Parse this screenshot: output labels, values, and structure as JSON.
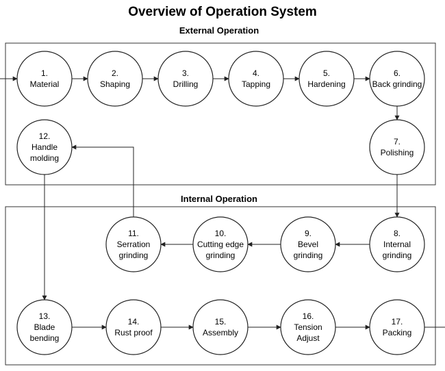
{
  "title": "Overview of Operation System",
  "sections": {
    "external": "External Operation",
    "internal": "Internal Operation"
  },
  "nodes": [
    {
      "id": "n1",
      "number": "1.",
      "lines": [
        "Material"
      ]
    },
    {
      "id": "n2",
      "number": "2.",
      "lines": [
        "Shaping"
      ]
    },
    {
      "id": "n3",
      "number": "3.",
      "lines": [
        "Drilling"
      ]
    },
    {
      "id": "n4",
      "number": "4.",
      "lines": [
        "Tapping"
      ]
    },
    {
      "id": "n5",
      "number": "5.",
      "lines": [
        "Hardening"
      ]
    },
    {
      "id": "n6",
      "number": "6.",
      "lines": [
        "Back grinding"
      ]
    },
    {
      "id": "n7",
      "number": "7.",
      "lines": [
        "Polishing"
      ]
    },
    {
      "id": "n8",
      "number": "8.",
      "lines": [
        "Internal",
        "grinding"
      ]
    },
    {
      "id": "n9",
      "number": "9.",
      "lines": [
        "Bevel",
        "grinding"
      ]
    },
    {
      "id": "n10",
      "number": "10.",
      "lines": [
        "Cutting edge",
        "grinding"
      ]
    },
    {
      "id": "n11",
      "number": "11.",
      "lines": [
        "Serration",
        "grinding"
      ]
    },
    {
      "id": "n12",
      "number": "12.",
      "lines": [
        "Handle",
        "molding"
      ]
    },
    {
      "id": "n13",
      "number": "13.",
      "lines": [
        "Blade",
        "bending"
      ]
    },
    {
      "id": "n14",
      "number": "14.",
      "lines": [
        "Rust proof"
      ]
    },
    {
      "id": "n15",
      "number": "15.",
      "lines": [
        "Assembly"
      ]
    },
    {
      "id": "n16",
      "number": "16.",
      "lines": [
        "Tension",
        "Adjust"
      ]
    },
    {
      "id": "n17",
      "number": "17.",
      "lines": [
        "Packing"
      ]
    }
  ],
  "edges": [
    [
      "start",
      "n1"
    ],
    [
      "n1",
      "n2"
    ],
    [
      "n2",
      "n3"
    ],
    [
      "n3",
      "n4"
    ],
    [
      "n4",
      "n5"
    ],
    [
      "n5",
      "n6"
    ],
    [
      "n6",
      "n7"
    ],
    [
      "n7",
      "n8"
    ],
    [
      "n8",
      "n9"
    ],
    [
      "n9",
      "n10"
    ],
    [
      "n10",
      "n11"
    ],
    [
      "n11",
      "n12"
    ],
    [
      "n12",
      "n13"
    ],
    [
      "n13",
      "n14"
    ],
    [
      "n14",
      "n15"
    ],
    [
      "n15",
      "n16"
    ],
    [
      "n16",
      "n17"
    ],
    [
      "n17",
      "end"
    ]
  ]
}
